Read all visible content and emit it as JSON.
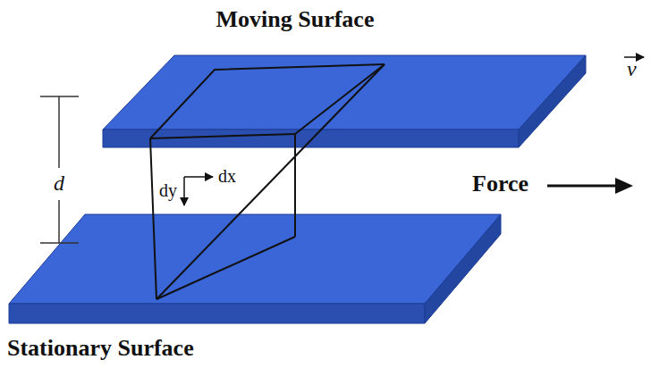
{
  "diagram": {
    "labels": [
      "Moving Surface",
      "v",
      "d",
      "dy",
      "dx",
      "Force",
      "Stationary Surface"
    ]
  }
}
